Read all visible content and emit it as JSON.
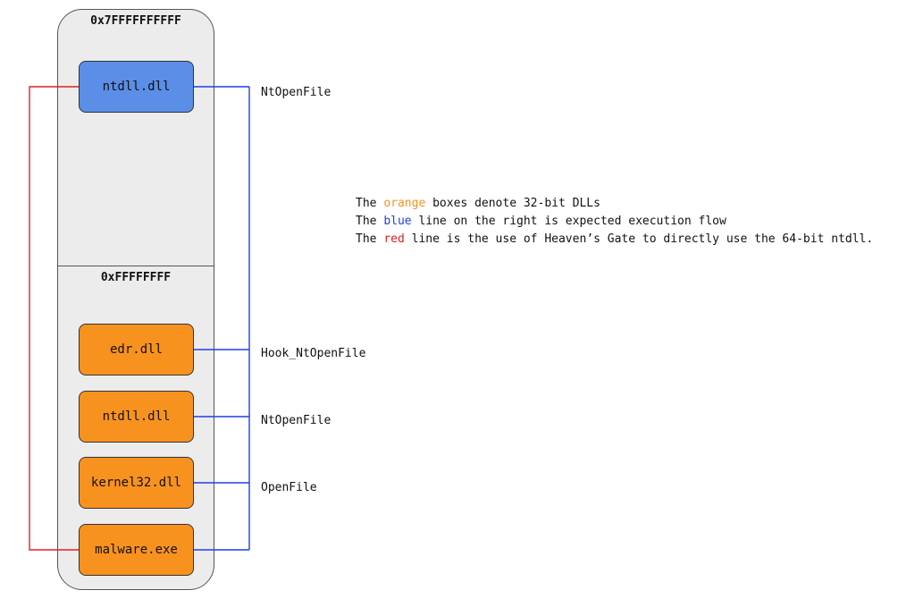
{
  "colors": {
    "orange_box": "#f8921f",
    "blue_box": "#5b8ee6",
    "flow_line_blue": "#1f3ee6",
    "flow_line_red": "#e02020",
    "column_fill": "#ececec"
  },
  "memory": {
    "address_top": "0x7FFFFFFFFFF",
    "address_32bit_limit": "0xFFFFFFFF"
  },
  "modules": {
    "ntdll64": "ntdll.dll",
    "edr": "edr.dll",
    "ntdll32": "ntdll.dll",
    "kernel32": "kernel32.dll",
    "malware": "malware.exe"
  },
  "calls": {
    "ntdll64": "NtOpenFile",
    "edr": "Hook_NtOpenFile",
    "ntdll32": "NtOpenFile",
    "kernel32": "OpenFile"
  },
  "legend": {
    "line1_pre": "The ",
    "line1_kw": "orange",
    "line1_post": " boxes denote 32-bit DLLs",
    "line2_pre": "The ",
    "line2_kw": "blue",
    "line2_post": " line on the right is expected execution flow",
    "line3_pre": "The ",
    "line3_kw": "red",
    "line3_post": " line is the use of Heaven’s Gate to directly use the 64-bit ntdll."
  }
}
